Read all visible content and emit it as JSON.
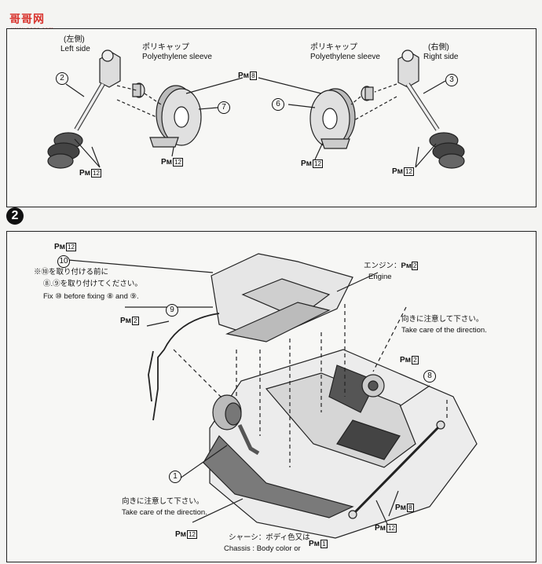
{
  "watermark": {
    "title": "哥哥网",
    "url": "www.gege.com"
  },
  "step1": {
    "left_side_jp": "(左側)",
    "left_side_en": "Left side",
    "right_side_jp": "(右側)",
    "right_side_en": "Right side",
    "sleeve_jp_left": "ポリキャップ",
    "sleeve_en_left": "Polyethylene sleeve",
    "sleeve_jp_right": "ポリキャップ",
    "sleeve_en_right": "Polyethylene sleeve",
    "num_2": "2",
    "num_3": "3",
    "num_6": "6",
    "num_7": "7",
    "part_pm": "Pм",
    "part_8": "8",
    "part_12": "12"
  },
  "step2": {
    "badge": "2",
    "part_12_top": "12",
    "num_10": "10",
    "note_jp_1": "※⑩を取り付ける前に",
    "note_jp_2": "⑧.⑨を取り付けてください。",
    "note_en": "Fix ⑩ before fixing ⑧ and ⑨.",
    "num_9": "9",
    "part_2_left": "2",
    "engine_jp": "エンジン：",
    "engine_part": "2",
    "engine_en": "Engine",
    "direction_jp_right": "向きに注意して下さい。",
    "direction_en_right": "Take care of the direction.",
    "part_2_right": "2",
    "num_8": "8",
    "num_1": "1",
    "direction_jp_left": "向きに注意して下さい。",
    "direction_en_left": "Take care of the direction.",
    "part_12_bottom_left": "12",
    "chassis_jp": "シャーシ：ボディ色又は",
    "chassis_en": "Chassis : Body color or",
    "chassis_part": "1",
    "part_8_bottom": "8",
    "part_12_bottom_right": "12"
  }
}
